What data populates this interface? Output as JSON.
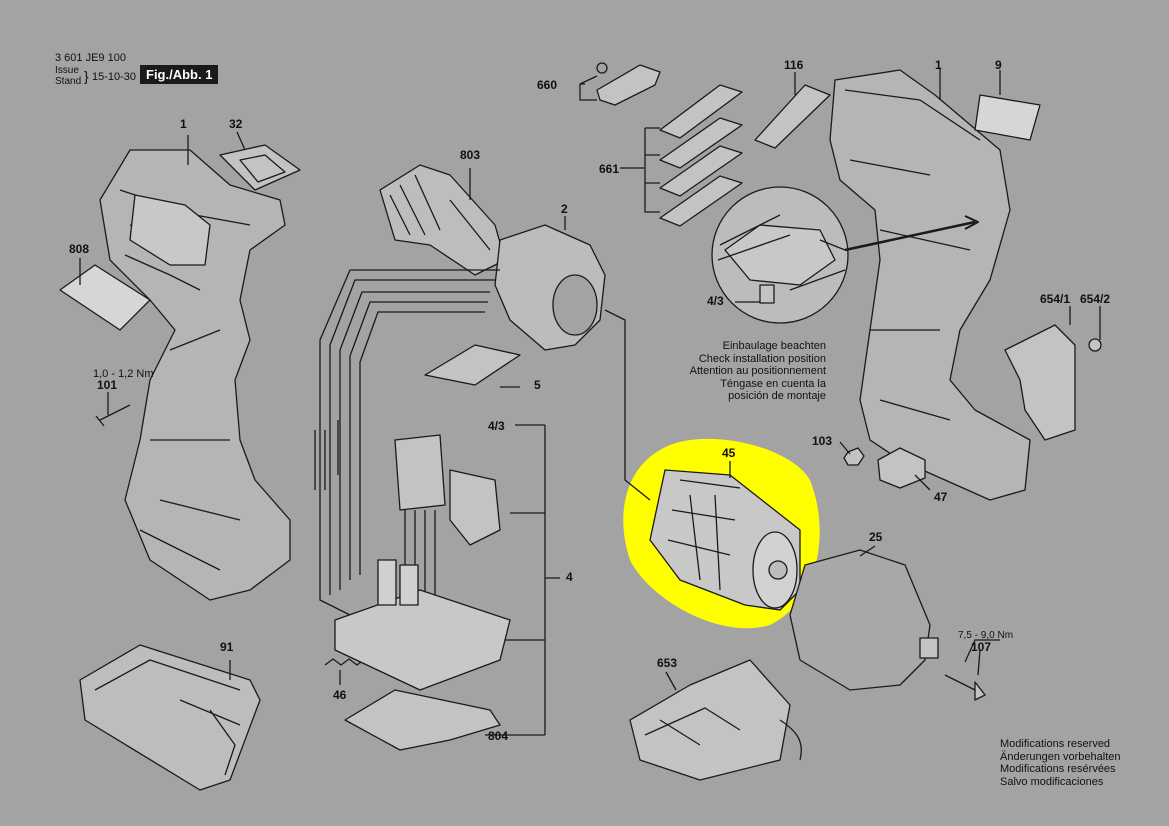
{
  "header": {
    "doc_number": "3 601 JE9 100",
    "issue_label": "Issue",
    "stand_label": "Stand",
    "issue_date": "15-10-30",
    "figure_label": "Fig./Abb. 1"
  },
  "parts": {
    "p1_left": "1",
    "p32": "32",
    "p808": "808",
    "p101": "101",
    "p101_torque": "1,0 - 1,2 Nm",
    "p91": "91",
    "p46": "46",
    "p804": "804",
    "p803": "803",
    "p2": "2",
    "p5": "5",
    "p43_top": "4/3",
    "p4": "4",
    "p660": "660",
    "p661": "661",
    "p116": "116",
    "p1_right": "1",
    "p9": "9",
    "p43_inset": "4/3",
    "p654_1": "654/1",
    "p654_2": "654/2",
    "p103": "103",
    "p47": "47",
    "p45": "45",
    "p25": "25",
    "p107": "107",
    "p107_torque": "7,5 - 9,0 Nm",
    "p653": "653"
  },
  "install_note": {
    "de": "Einbaulage beachten",
    "en": "Check installation position",
    "fr": "Attention au positionnement",
    "es1": "Téngase en cuenta la",
    "es2": "posición de montaje"
  },
  "modifications_note": {
    "en": "Modifications reserved",
    "de": "Änderungen vorbehalten",
    "fr": "Modifications resérvées",
    "es": "Salvo modificaciones"
  },
  "colors": {
    "background": "#a3a3a3",
    "highlight": "#ffff00",
    "ink": "#111111"
  }
}
